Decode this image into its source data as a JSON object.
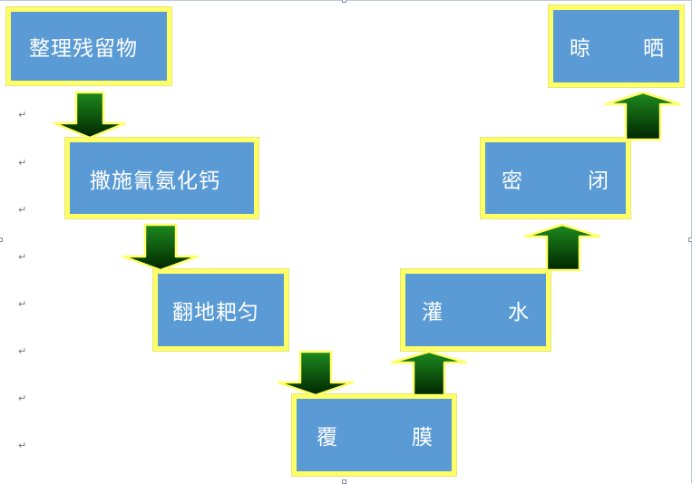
{
  "diagram": {
    "steps": [
      {
        "id": "整理残留物",
        "text": "整理残留物"
      },
      {
        "id": "撒施氰氨化钙",
        "text": "撒施氰氨化钙"
      },
      {
        "id": "翻地耙匀",
        "text": "翻地耙匀"
      },
      {
        "id": "覆膜",
        "left": "覆",
        "right": "膜"
      },
      {
        "id": "灌水",
        "left": "灌",
        "right": "水"
      },
      {
        "id": "密闭",
        "left": "密",
        "right": "闭"
      },
      {
        "id": "晾晒",
        "left": "晾",
        "right": "晒"
      }
    ],
    "paragraph_mark": "↵",
    "colors": {
      "box_fill": "#5b9bd5",
      "box_border": "#ffff66",
      "arrow_dark": "#003300",
      "arrow_light": "#1e8a1e",
      "text": "#ffffff"
    }
  }
}
